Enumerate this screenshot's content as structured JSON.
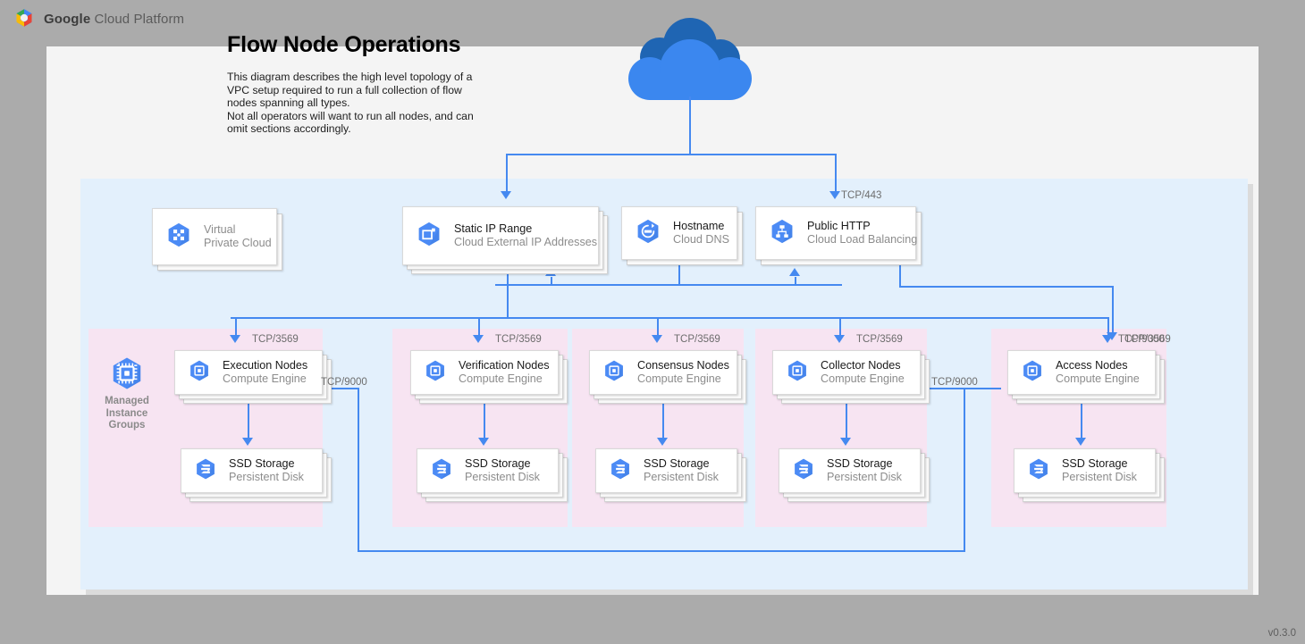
{
  "header": {
    "logo_icon": "gcp-hexagon-logo",
    "brand_bold": "Google",
    "brand_rest": " Cloud Platform"
  },
  "title": "Flow Node Operations",
  "description": "This diagram describes the high level topology of a VPC setup required to run a full collection of flow nodes spanning all types.\nNot all operators will want to run all nodes, and can omit sections accordingly.",
  "internet_cloud": {
    "icon": "cloud-icon"
  },
  "version": "v0.3.0",
  "colors": {
    "accent_blue": "#4589f0",
    "vpc_fill": "#e3f0fc",
    "group_fill": "#f7e4f2",
    "page_fill": "#f4f4f4",
    "canvas": "#ababab",
    "icon_blue": "#4c8bf5",
    "muted_text": "#8c8c8c"
  },
  "top_row": [
    {
      "id": "vpc",
      "icon": "virtual-private-cloud-icon",
      "title": "Virtual",
      "subtitle": "Private Cloud",
      "muted": true,
      "stacked": false
    },
    {
      "id": "static-ip",
      "icon": "external-ip-icon",
      "title": "Static IP Range",
      "subtitle": "Cloud External IP Addresses",
      "muted": false,
      "stacked": true
    },
    {
      "id": "hostname",
      "icon": "cloud-dns-icon",
      "title": "Hostname",
      "subtitle": "Cloud DNS",
      "muted": false,
      "stacked": false
    },
    {
      "id": "public-http",
      "icon": "cloud-load-balancing-icon",
      "title": "Public HTTP",
      "subtitle": "Cloud Load Balancing",
      "muted": false,
      "stacked": false
    }
  ],
  "managed_instance_groups": {
    "icon": "compute-engine-mig-icon",
    "label_lines": [
      "Managed",
      "Instance",
      "Groups"
    ]
  },
  "node_groups": [
    {
      "id": "execution",
      "node_title": "Execution Nodes",
      "node_subtitle": "Compute Engine",
      "node_icon": "compute-engine-icon",
      "storage_title": "SSD Storage",
      "storage_subtitle": "Persistent Disk",
      "storage_icon": "persistent-disk-icon",
      "ingress_label": "TCP/3569"
    },
    {
      "id": "verification",
      "node_title": "Verification Nodes",
      "node_subtitle": "Compute Engine",
      "node_icon": "compute-engine-icon",
      "storage_title": "SSD Storage",
      "storage_subtitle": "Persistent Disk",
      "storage_icon": "persistent-disk-icon",
      "ingress_label": "TCP/3569"
    },
    {
      "id": "consensus",
      "node_title": "Consensus Nodes",
      "node_subtitle": "Compute Engine",
      "node_icon": "compute-engine-icon",
      "storage_title": "SSD Storage",
      "storage_subtitle": "Persistent Disk",
      "storage_icon": "persistent-disk-icon",
      "ingress_label": "TCP/3569"
    },
    {
      "id": "collector",
      "node_title": "Collector Nodes",
      "node_subtitle": "Compute Engine",
      "node_icon": "compute-engine-icon",
      "storage_title": "SSD Storage",
      "storage_subtitle": "Persistent Disk",
      "storage_icon": "persistent-disk-icon",
      "ingress_label": "TCP/3569"
    },
    {
      "id": "access",
      "node_title": "Access Nodes",
      "node_subtitle": "Compute Engine",
      "node_icon": "compute-engine-icon",
      "storage_title": "SSD Storage",
      "storage_subtitle": "Persistent Disk",
      "storage_icon": "persistent-disk-icon",
      "ingress_label": "TCP/3569"
    }
  ],
  "extra_port_labels": {
    "lb_ingress": "TCP/443",
    "access_extra": "TCP/9000",
    "access_to_collector": "TCP/9000",
    "access_to_execution": "TCP/9000"
  }
}
